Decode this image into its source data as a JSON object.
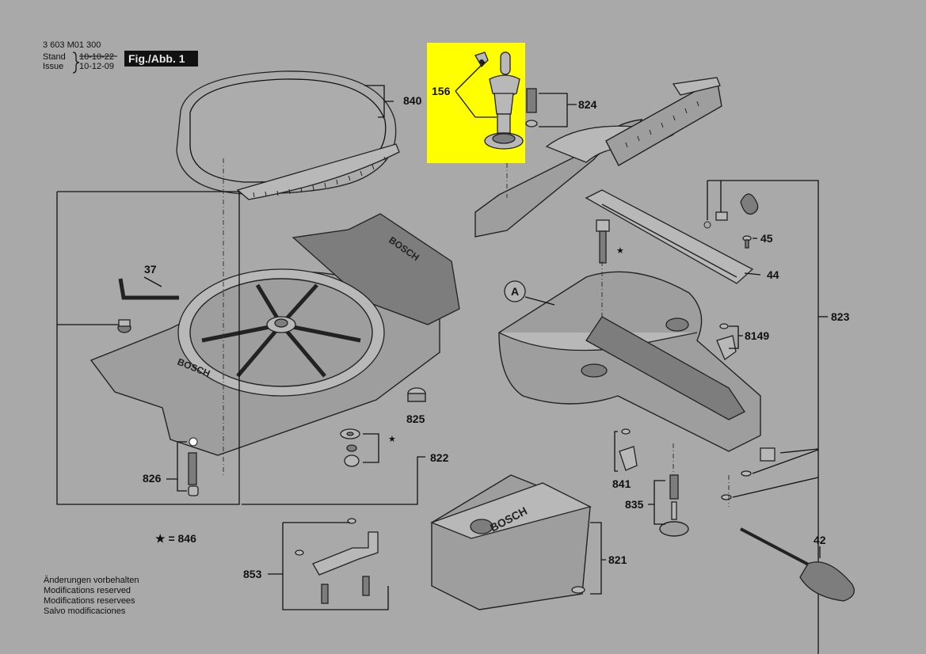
{
  "header": {
    "doc_number": "3 603 M01 300",
    "stand_label": "Stand",
    "issue_label": "Issue",
    "stand_date_old": "10-10-22",
    "issue_date": "10-12-09",
    "figure_badge": "Fig./Abb. 1"
  },
  "legend": {
    "star_note": "★ = 846"
  },
  "footer": {
    "notes": [
      "Änderungen vorbehalten",
      "Modifications reserved",
      "Modifications reservees",
      "Salvo modificaciones"
    ]
  },
  "brand": {
    "logo_text": "BOSCH"
  },
  "colors": {
    "background": "#a9a9a9",
    "highlight": "#ffff00",
    "badge": "#111111"
  },
  "callouts": {
    "p156": "156",
    "p840": "840",
    "p824": "824",
    "p37": "37",
    "p45": "45",
    "p44": "44",
    "pA": "A",
    "p823": "823",
    "p8149": "8149",
    "p825": "825",
    "p822": "822",
    "p826": "826",
    "p841": "841",
    "p835": "835",
    "p821": "821",
    "p853": "853",
    "p42": "42"
  }
}
